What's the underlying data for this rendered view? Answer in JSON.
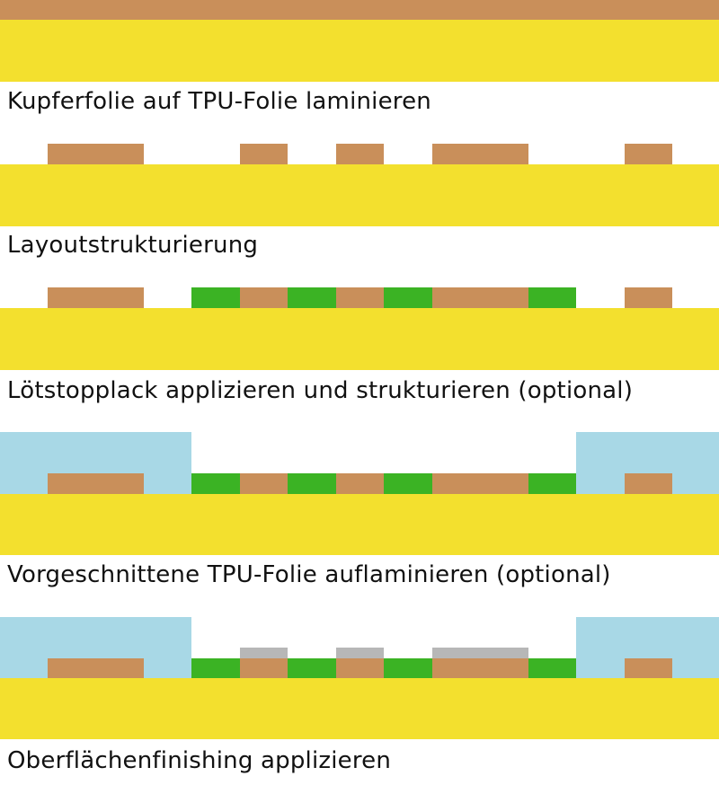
{
  "steps": [
    {
      "label": "Kupferfolie auf TPU-Folie laminieren"
    },
    {
      "label": "Layoutstrukturierung"
    },
    {
      "label": "Lötstopplack applizieren und strukturieren (optional)"
    },
    {
      "label": "Vorgeschnittene TPU-Folie auflaminieren (optional)"
    },
    {
      "label": "Oberflächenfinishing applizieren"
    }
  ],
  "colors": {
    "copper": "#c98f5a",
    "tpu_substrate": "#f3e02e",
    "solder_mask": "#3bb324",
    "cover_film": "#a8d8e6",
    "surface_finish": "#b7b7b7"
  }
}
